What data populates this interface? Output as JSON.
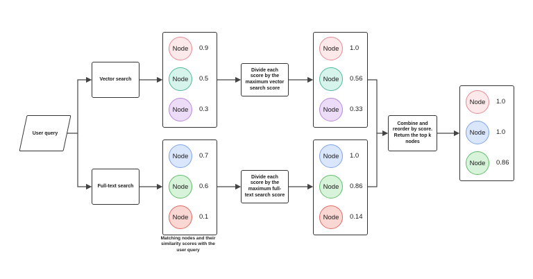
{
  "user_query": "User query",
  "vector_search": "Vector search",
  "fulltext_search": "Full-text search",
  "divide_vector": "Divide each score by the maximum vector search score",
  "divide_fulltext": "Divide each score by the maximum full-text search score",
  "combine": "Combine and reorder by score. Return the top k nodes",
  "caption": "Matching nodes and their similarity scores with the user query",
  "node_label": "Node",
  "colors": {
    "pink": {
      "fill": "#fde8ea",
      "stroke": "#e58a94"
    },
    "teal": {
      "fill": "#d6f3ec",
      "stroke": "#52b79e"
    },
    "purple": {
      "fill": "#ecdcf7",
      "stroke": "#b888dc"
    },
    "blue": {
      "fill": "#dae6fb",
      "stroke": "#7ea4e6"
    },
    "green": {
      "fill": "#d7f3d9",
      "stroke": "#5fbd6b"
    },
    "red": {
      "fill": "#fbd7d3",
      "stroke": "#df6a62"
    }
  },
  "panels": {
    "vector_raw": [
      {
        "score": "0.9",
        "color": "pink"
      },
      {
        "score": "0.5",
        "color": "teal"
      },
      {
        "score": "0.3",
        "color": "purple"
      }
    ],
    "fulltext_raw": [
      {
        "score": "0.7",
        "color": "blue"
      },
      {
        "score": "0.6",
        "color": "green"
      },
      {
        "score": "0.1",
        "color": "red"
      }
    ],
    "vector_norm": [
      {
        "score": "1.0",
        "color": "pink"
      },
      {
        "score": "0.56",
        "color": "teal"
      },
      {
        "score": "0.33",
        "color": "purple"
      }
    ],
    "fulltext_norm": [
      {
        "score": "1.0",
        "color": "blue"
      },
      {
        "score": "0.86",
        "color": "green"
      },
      {
        "score": "0.14",
        "color": "red"
      }
    ],
    "result": [
      {
        "score": "1.0",
        "color": "pink"
      },
      {
        "score": "1.0",
        "color": "blue"
      },
      {
        "score": "0.86",
        "color": "green"
      }
    ]
  }
}
